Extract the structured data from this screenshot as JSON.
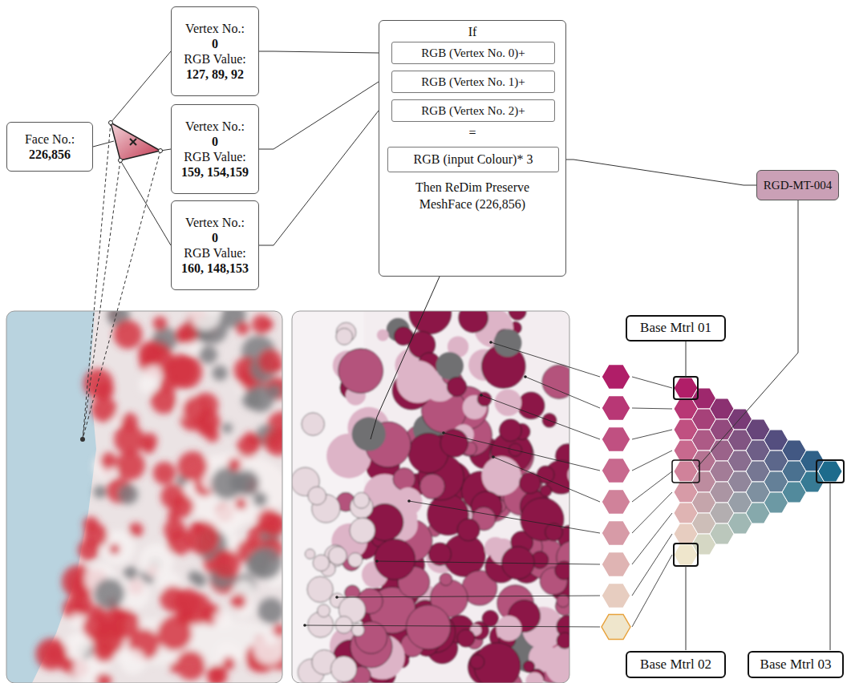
{
  "diagram": {
    "nodes": [
      {
        "text": [
          "Face No.:",
          "226,856"
        ]
      },
      {
        "text": [
          "Vertex No.:",
          "0",
          "RGB Value:",
          "127, 89, 92"
        ]
      },
      {
        "text": [
          "Vertex No.:",
          "0",
          "RGB Value:",
          "159, 154,159"
        ]
      },
      {
        "text": [
          "Vertex No.:",
          "0",
          "RGB Value:",
          "160, 148,153"
        ]
      },
      {
        "text": [
          "If",
          "=",
          "Then ReDim Preserve MeshFace (226,856)"
        ]
      },
      {
        "text": [
          "RGB (Vertex No. 0)+"
        ],
        "in": 4
      },
      {
        "text": [
          "RGB (Vertex No. 1)+"
        ],
        "in": 4
      },
      {
        "text": [
          "RGB (Vertex No. 2)+"
        ],
        "in": 4
      },
      {
        "text": [
          "RGB (input Colour)* 3"
        ],
        "in": 4
      },
      {
        "text": [
          "RGD-MT-004"
        ]
      },
      {
        "text": [
          "Base Mtrl 01"
        ]
      },
      {
        "text": [
          "Base Mtrl 02"
        ]
      },
      {
        "text": [
          "Base Mtrl 03"
        ]
      }
    ],
    "edges": [
      {
        "from": 1,
        "to": 5,
        "arrow": "none"
      },
      {
        "from": 2,
        "to": 6,
        "arrow": "none"
      },
      {
        "from": 3,
        "to": 7,
        "arrow": "none"
      },
      {
        "from": 8,
        "to": 9,
        "arrow": "none"
      }
    ]
  }
}
